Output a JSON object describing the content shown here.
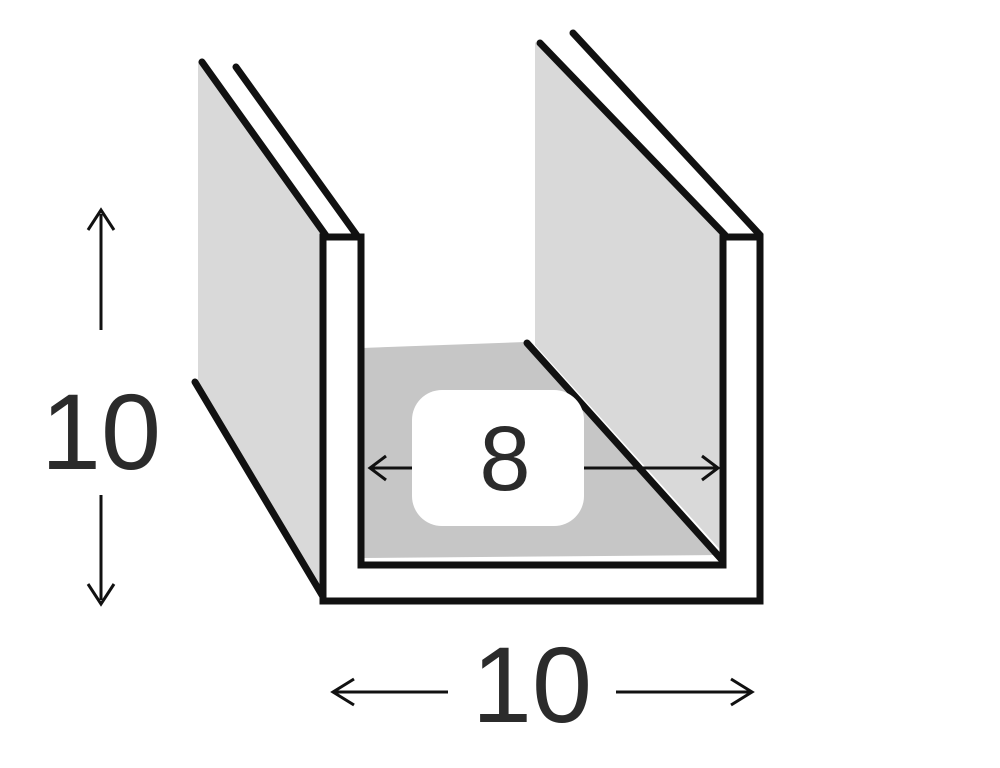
{
  "dimensions": {
    "height_label": "10",
    "width_label": "10",
    "inner_width_label": "8"
  },
  "colors": {
    "outline": "#111111",
    "wall_fill": "#d9d9d9",
    "floor_fill": "#c6c6c6",
    "label_box": "#ffffff",
    "text": "#2b2b2b"
  }
}
